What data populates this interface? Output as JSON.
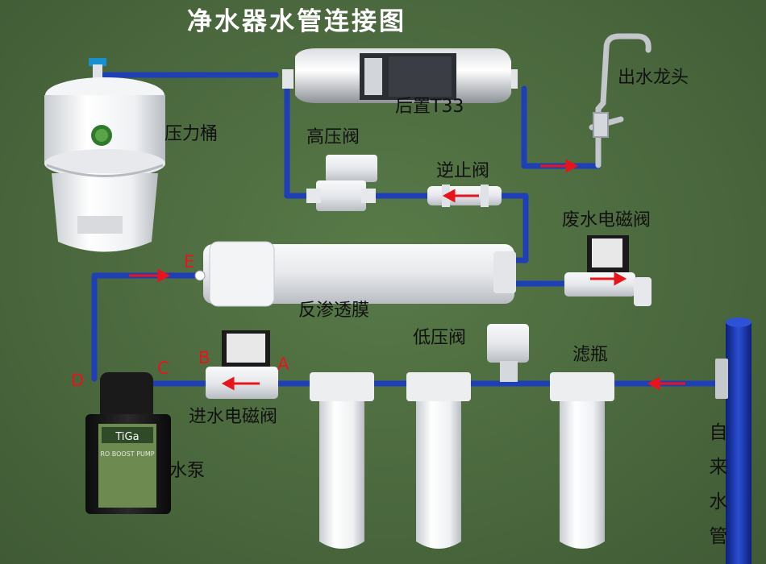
{
  "title": "净水器水管连接图",
  "labels": {
    "pressure_tank": "压力桶",
    "post_filter": "后置T33",
    "faucet": "出水龙头",
    "high_pressure_valve": "高压阀",
    "check_valve": "逆止阀",
    "waste_valve": "废水电磁阀",
    "ro_membrane": "反渗透膜",
    "low_pressure_valve": "低压阀",
    "filter_bottle": "滤瓶",
    "inlet_valve": "进水电磁阀",
    "pump": "水泵",
    "tap_water": [
      "自",
      "来",
      "水",
      "管"
    ]
  },
  "points": {
    "a": "A",
    "b": "B",
    "c": "C",
    "d": "D",
    "e": "E"
  },
  "device_text": {
    "pump_brand": "TiGa",
    "pump_model": "RO BOOST PUMP"
  },
  "colors": {
    "pipe": "#1f3fb7",
    "arrow": "#e8141c",
    "title": "#ffffff",
    "label": "#111111",
    "background": "#4c6a3e"
  }
}
